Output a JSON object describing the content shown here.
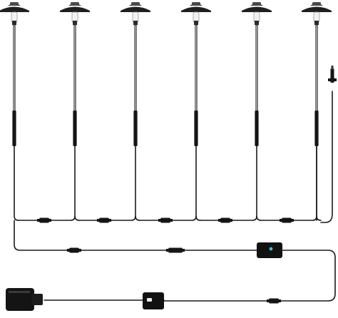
{
  "product": {
    "light_count": 6,
    "colors": {
      "background": "#ffffff",
      "lamp_cap": "#1f1f1f",
      "lamp_cap_highlight": "#4a4a4a",
      "stake": "#5d5d5d",
      "stake_highlight": "#c9c9c9",
      "cable": "#1a1a1a",
      "connector": "#151515",
      "led_bulb": "#f2f2f2",
      "remote_led": "#2ec4e8"
    },
    "icons": [
      "path-light",
      "connector",
      "remote-receiver",
      "power-adapter",
      "cable"
    ]
  }
}
